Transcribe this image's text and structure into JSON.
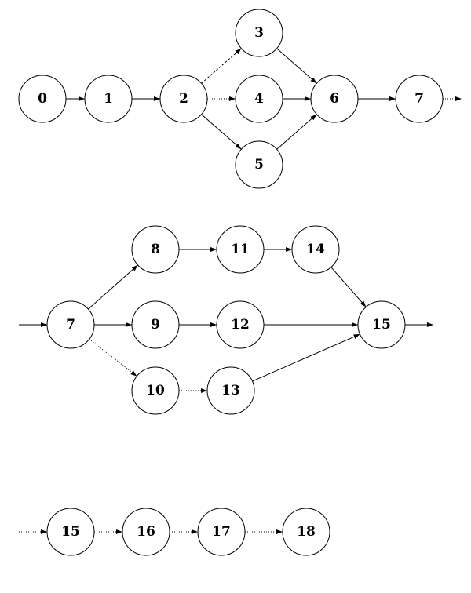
{
  "diagram": {
    "stages": [
      {
        "nodes": [
          {
            "id": "s1-n0",
            "label": "0"
          },
          {
            "id": "s1-n1",
            "label": "1"
          },
          {
            "id": "s1-n2",
            "label": "2"
          },
          {
            "id": "s1-n3",
            "label": "3"
          },
          {
            "id": "s1-n4",
            "label": "4"
          },
          {
            "id": "s1-n5",
            "label": "5"
          },
          {
            "id": "s1-n6",
            "label": "6"
          },
          {
            "id": "s1-n7",
            "label": "7"
          }
        ],
        "edges": [
          {
            "from": "s1-n0",
            "to": "s1-n1",
            "style": "solid"
          },
          {
            "from": "s1-n1",
            "to": "s1-n2",
            "style": "solid"
          },
          {
            "from": "s1-n2",
            "to": "s1-n3",
            "style": "dashed"
          },
          {
            "from": "s1-n2",
            "to": "s1-n4",
            "style": "dotted"
          },
          {
            "from": "s1-n2",
            "to": "s1-n5",
            "style": "solid"
          },
          {
            "from": "s1-n3",
            "to": "s1-n6",
            "style": "solid"
          },
          {
            "from": "s1-n4",
            "to": "s1-n6",
            "style": "solid"
          },
          {
            "from": "s1-n5",
            "to": "s1-n6",
            "style": "solid"
          },
          {
            "from": "s1-n6",
            "to": "s1-n7",
            "style": "solid"
          },
          {
            "from": "s1-n7",
            "to": "out",
            "style": "dotted"
          }
        ]
      },
      {
        "nodes": [
          {
            "id": "s2-n7",
            "label": "7"
          },
          {
            "id": "s2-n8",
            "label": "8"
          },
          {
            "id": "s2-n9",
            "label": "9"
          },
          {
            "id": "s2-n10",
            "label": "10"
          },
          {
            "id": "s2-n11",
            "label": "11"
          },
          {
            "id": "s2-n12",
            "label": "12"
          },
          {
            "id": "s2-n13",
            "label": "13"
          },
          {
            "id": "s2-n14",
            "label": "14"
          },
          {
            "id": "s2-n15",
            "label": "15"
          }
        ],
        "edges": [
          {
            "from": "in",
            "to": "s2-n7",
            "style": "solid"
          },
          {
            "from": "s2-n7",
            "to": "s2-n8",
            "style": "solid"
          },
          {
            "from": "s2-n7",
            "to": "s2-n9",
            "style": "solid"
          },
          {
            "from": "s2-n7",
            "to": "s2-n10",
            "style": "dotted"
          },
          {
            "from": "s2-n8",
            "to": "s2-n11",
            "style": "solid"
          },
          {
            "from": "s2-n11",
            "to": "s2-n14",
            "style": "solid"
          },
          {
            "from": "s2-n9",
            "to": "s2-n12",
            "style": "solid"
          },
          {
            "from": "s2-n10",
            "to": "s2-n13",
            "style": "dotted"
          },
          {
            "from": "s2-n14",
            "to": "s2-n15",
            "style": "solid"
          },
          {
            "from": "s2-n12",
            "to": "s2-n15",
            "style": "solid"
          },
          {
            "from": "s2-n13",
            "to": "s2-n15",
            "style": "solid"
          },
          {
            "from": "s2-n15",
            "to": "out",
            "style": "solid"
          }
        ]
      },
      {
        "nodes": [
          {
            "id": "s3-n15",
            "label": "15"
          },
          {
            "id": "s3-n16",
            "label": "16"
          },
          {
            "id": "s3-n17",
            "label": "17"
          },
          {
            "id": "s3-n18",
            "label": "18"
          }
        ],
        "edges": [
          {
            "from": "in",
            "to": "s3-n15",
            "style": "dotted"
          },
          {
            "from": "s3-n15",
            "to": "s3-n16",
            "style": "dotted"
          },
          {
            "from": "s3-n16",
            "to": "s3-n17",
            "style": "dotted"
          },
          {
            "from": "s3-n17",
            "to": "s3-n18",
            "style": "dotted"
          }
        ]
      }
    ]
  }
}
